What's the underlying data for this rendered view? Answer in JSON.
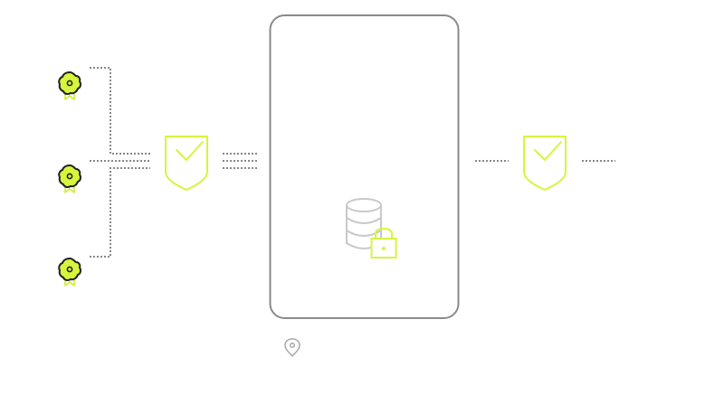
{
  "colors": {
    "accent": "#d6f53c",
    "accent_stroke": "#cfee2c",
    "dark": "#222222",
    "connector": "#888888",
    "container_border": "#8a8a8a",
    "database": "#c9c9c9",
    "location_pin": "#a8a8a8",
    "background": "#ffffff"
  },
  "icons": {
    "certificates": [
      "certificate-badge-icon",
      "certificate-badge-icon",
      "certificate-badge-icon"
    ],
    "shields": [
      "shield-check-icon",
      "shield-check-icon"
    ],
    "database": "database-icon",
    "lock": "padlock-icon",
    "location": "location-pin-icon"
  },
  "diagram": {
    "certificate_count": 3,
    "shield_count": 2,
    "container_count": 1
  }
}
